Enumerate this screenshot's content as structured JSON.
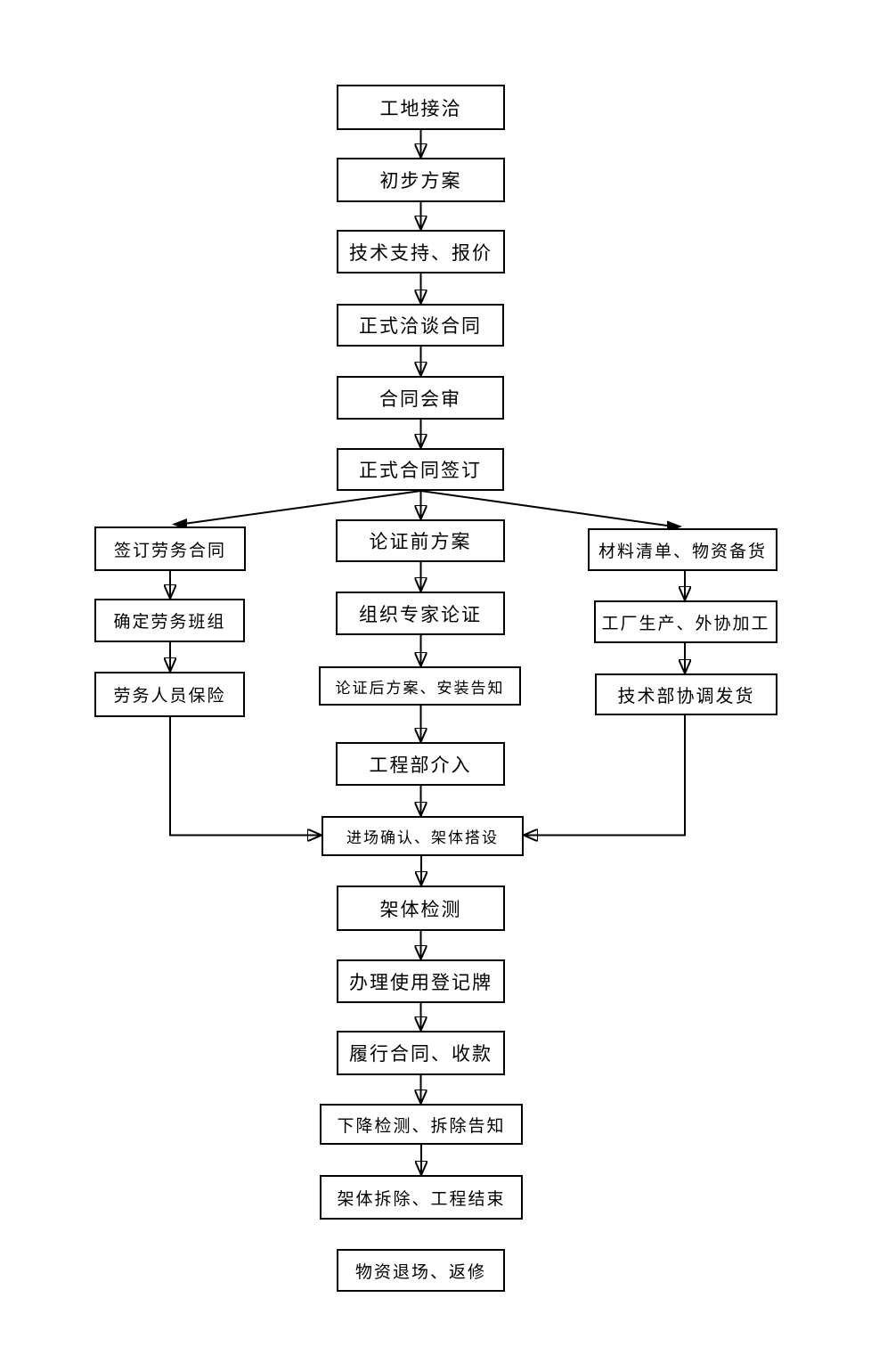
{
  "diagram": {
    "type": "flowchart",
    "colors": {
      "line": "#000000",
      "box_border": "#000000",
      "box_fill": "#ffffff",
      "text": "#000000"
    },
    "nodes": {
      "n01": "工地接洽",
      "n02": "初步方案",
      "n03": "技术支持、报价",
      "n04": "正式洽谈合同",
      "n05": "合同会审",
      "n06": "正式合同签订",
      "n07": "签订劳务合同",
      "n08": "确定劳务班组",
      "n09": "劳务人员保险",
      "n10": "论证前方案",
      "n11": "组织专家论证",
      "n12": "论证后方案、安装告知",
      "n13": "工程部介入",
      "n14": "材料清单、物资备货",
      "n15": "工厂生产、外协加工",
      "n16": "技术部协调发货",
      "n17": "进场确认、架体搭设",
      "n18": "架体检测",
      "n19": "办理使用登记牌",
      "n20": "履行合同、收款",
      "n21": "下降检测、拆除告知",
      "n22": "架体拆除、工程结束",
      "n23": "物资退场、返修"
    },
    "edges": [
      "n01->n02",
      "n02->n03",
      "n03->n04",
      "n04->n05",
      "n05->n06",
      "n06->n07",
      "n06->n10",
      "n06->n14",
      "n07->n08",
      "n08->n09",
      "n09->n17",
      "n10->n11",
      "n11->n12",
      "n12->n13",
      "n13->n17",
      "n14->n15",
      "n15->n16",
      "n16->n17",
      "n17->n18",
      "n18->n19",
      "n19->n20",
      "n20->n21",
      "n21->n22"
    ],
    "note_no_edge": "n22 n23"
  }
}
